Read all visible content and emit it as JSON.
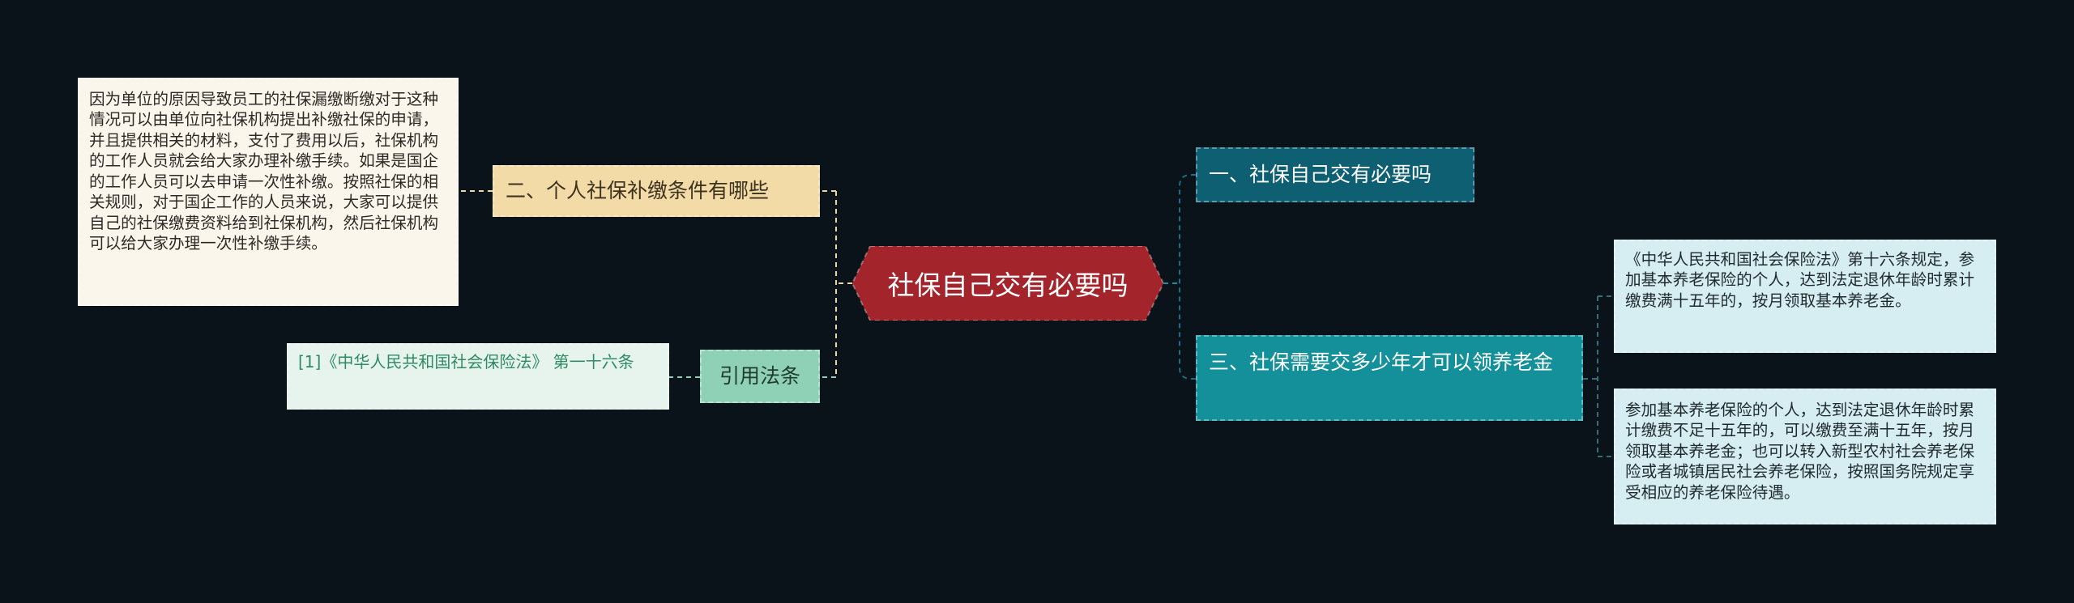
{
  "center": {
    "label": "社保自己交有必要吗"
  },
  "left_topics": [
    {
      "label": "二、个人社保补缴条件有哪些",
      "detail": "因为单位的原因导致员工的社保漏缴断缴对于这种情况可以由单位向社保机构提出补缴社保的申请，并且提供相关的材料，支付了费用以后，社保机构的工作人员就会给大家办理补缴手续。如果是国企的工作人员可以去申请一次性补缴。按照社保的相关规则，对于国企工作的人员来说，大家可以提供自己的社保缴费资料给到社保机构，然后社保机构可以给大家办理一次性补缴手续。"
    },
    {
      "label": "引用法条",
      "detail": "[1]《中华人民共和国社会保险法》 第一十六条"
    }
  ],
  "right_topics": [
    {
      "label": "一、社保自己交有必要吗"
    },
    {
      "label": "三、社保需要交多少年才可以领养老金",
      "details": [
        "《中华人民共和国社会保险法》第十六条规定，参加基本养老保险的个人，达到法定退休年龄时累计缴费满十五年的，按月领取基本养老金。",
        "参加基本养老保险的个人，达到法定退休年龄时累计缴费不足十五年的，可以缴费至满十五年，按月领取基本养老金；也可以转入新型农村社会养老保险或者城镇居民社会养老保险，按照国务院规定享受相应的养老保险待遇。"
      ]
    }
  ],
  "colors": {
    "background": "#0a131a",
    "center": "#a3242b",
    "left_topic_1": "#f2dba7",
    "left_topic_2": "#8fd1b6",
    "right_topic_1": "#0f5f73",
    "right_topic_2": "#13909a",
    "right_detail": "#d6edf1"
  }
}
